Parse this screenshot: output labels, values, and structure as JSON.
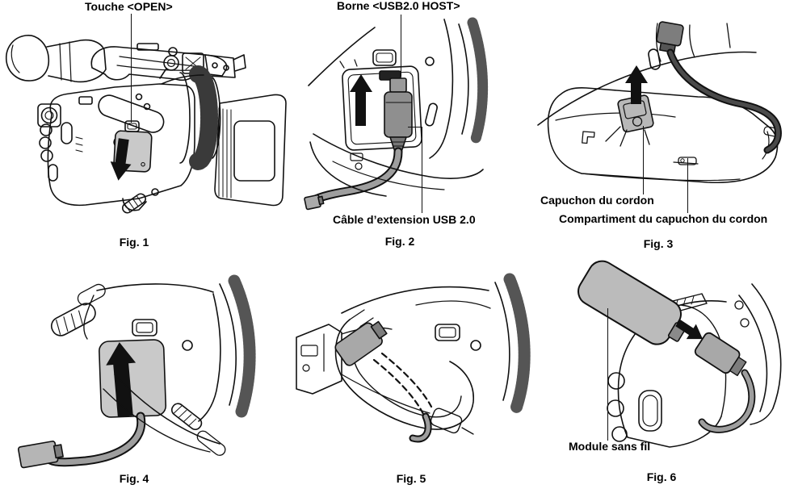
{
  "callouts": {
    "touche_open": "Touche <OPEN>",
    "borne_usb": "Borne <USB2.0 HOST>",
    "cable_extension": "Câble d’extension USB 2.0",
    "capuchon_cordon": "Capuchon du cordon",
    "compartiment_capuchon": "Compartiment du capuchon du cordon",
    "module_sans_fil": "Module sans fil"
  },
  "figures": [
    {
      "caption": "Fig. 1"
    },
    {
      "caption": "Fig. 2"
    },
    {
      "caption": "Fig. 3"
    },
    {
      "caption": "Fig. 4"
    },
    {
      "caption": "Fig. 5"
    },
    {
      "caption": "Fig. 6"
    }
  ],
  "colors": {
    "background": "#ffffff",
    "line": "#111111",
    "arrow_black": "#111111",
    "cover_gray": "#c9c9c9",
    "plug_dark_gray": "#8f8f8f",
    "connector_gray": "#a8a8a8",
    "cable_gray": "#9e9e9e",
    "module_gray": "#bbbbbb"
  }
}
